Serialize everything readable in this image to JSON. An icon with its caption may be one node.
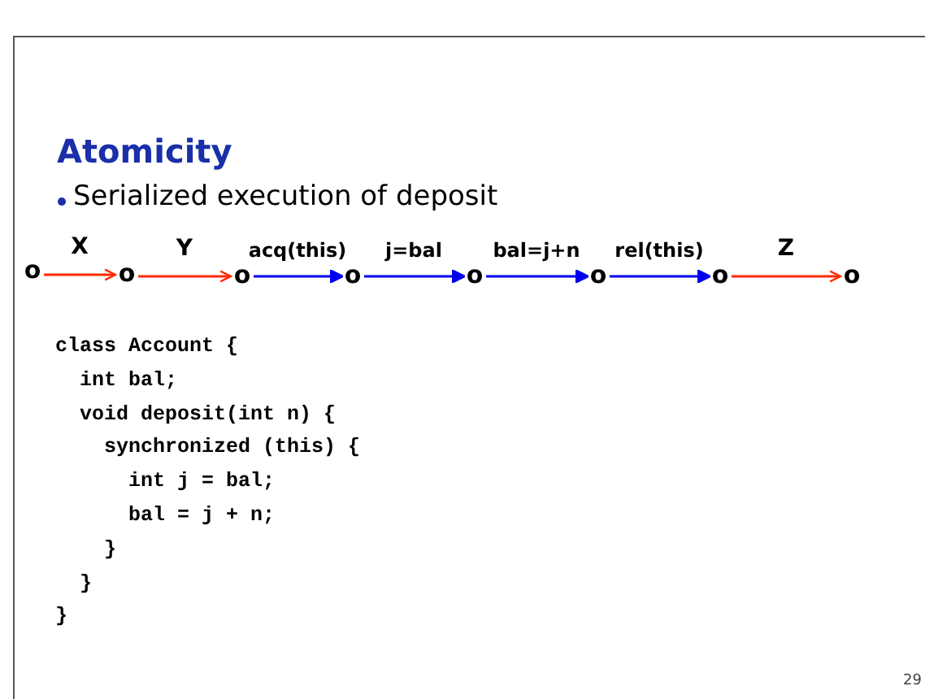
{
  "diagram": {
    "title": "Atomicity",
    "nodes": [
      {
        "text": [
          "o"
        ]
      },
      {
        "text": [
          "o"
        ]
      },
      {
        "text": [
          "o"
        ]
      },
      {
        "text": [
          "o"
        ]
      },
      {
        "text": [
          "o"
        ]
      },
      {
        "text": [
          "o"
        ]
      },
      {
        "text": [
          "o"
        ]
      },
      {
        "text": [
          "o"
        ]
      }
    ],
    "edges": [
      {
        "from": 0,
        "to": 1,
        "arrow": "to",
        "label": "X",
        "color": "#ff2a00"
      },
      {
        "from": 1,
        "to": 2,
        "arrow": "to",
        "label": "Y",
        "color": "#ff2a00"
      },
      {
        "from": 2,
        "to": 3,
        "arrow": "to",
        "label": "acq(this)"
      },
      {
        "from": 3,
        "to": 4,
        "arrow": "to",
        "label": "j=bal"
      },
      {
        "from": 4,
        "to": 5,
        "arrow": "to",
        "label": "bal=j+n"
      },
      {
        "from": 5,
        "to": 6,
        "arrow": "to",
        "label": "rel(this)"
      },
      {
        "from": 6,
        "to": 7,
        "arrow": "to",
        "label": "Z",
        "color": "#ff2a00"
      }
    ],
    "labels": [
      "Serialized execution of deposit",
      "class Account {",
      "  int bal;",
      "  void deposit(int n) {",
      "    synchronized (this) {",
      "      int j = bal;",
      "      bal = j + n;",
      "    }",
      "  }",
      "}",
      "29"
    ]
  }
}
